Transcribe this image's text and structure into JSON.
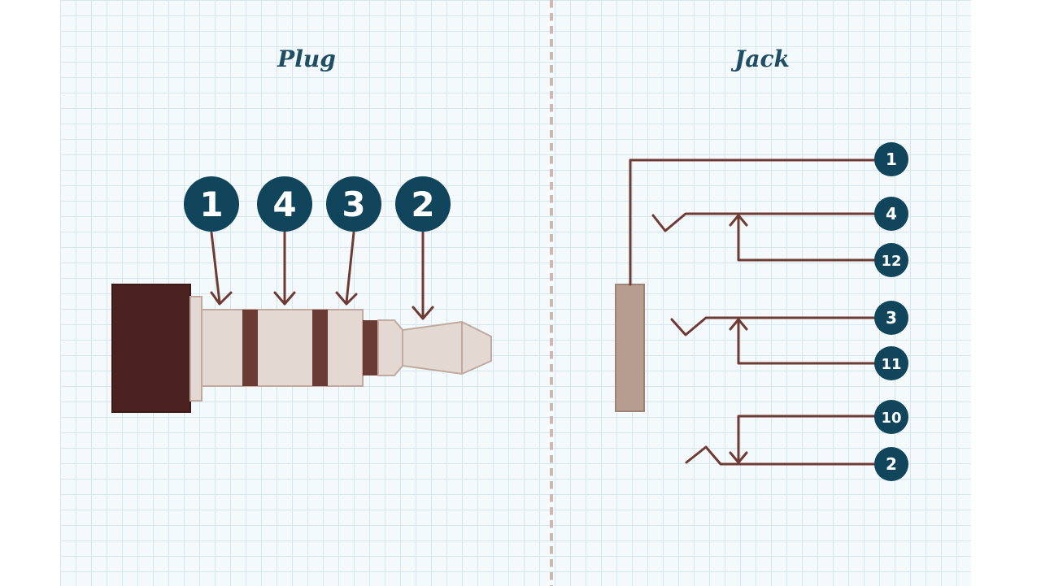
{
  "titles": {
    "plug": "Plug",
    "jack": "Jack"
  },
  "plug_contacts": [
    "1",
    "4",
    "3",
    "2"
  ],
  "jack_contacts": [
    "1",
    "4",
    "12",
    "3",
    "11",
    "10",
    "2"
  ],
  "colors": {
    "badge": "#10455c",
    "wire": "#6e3a33",
    "sleeve": "#4b2220",
    "metal": "#e4d8d2",
    "metal_edge": "#bfa9a0",
    "ring_band": "#6a3a34",
    "jack_body": "#b79c90"
  }
}
